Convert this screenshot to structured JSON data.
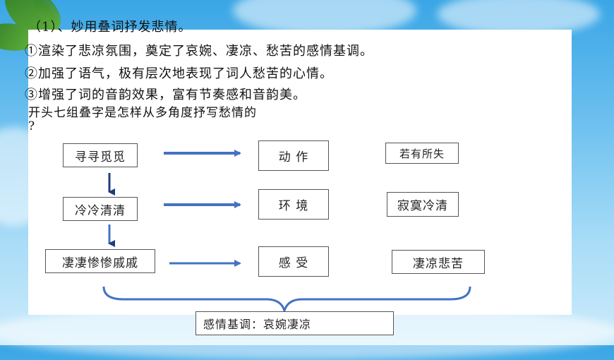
{
  "heading": "（1）、妙用叠词抒发悲情。",
  "points": [
    "①渲染了悲凉氛围，奠定了哀婉、凄凉、愁苦的感情基调。",
    "②加强了语气，极有层次地表现了词人愁苦的心情。",
    "③增强了词的音韵效果，富有节奏感和音韵美。"
  ],
  "question_line1": "开头七组叠字是怎样从多角度抒写愁情的",
  "question_line2": "?",
  "diagram": {
    "rows": [
      {
        "word": "寻寻觅觅",
        "aspect": "动 作",
        "meaning": "若有所失"
      },
      {
        "word": "冷冷清清",
        "aspect": "环 境",
        "meaning": "寂寞冷清"
      },
      {
        "word": "凄凄惨惨戚戚",
        "aspect": "感 受",
        "meaning": "凄凉悲苦"
      }
    ],
    "summary": "感情基调：哀婉凄凉",
    "arrow_color": "#4472c4"
  }
}
